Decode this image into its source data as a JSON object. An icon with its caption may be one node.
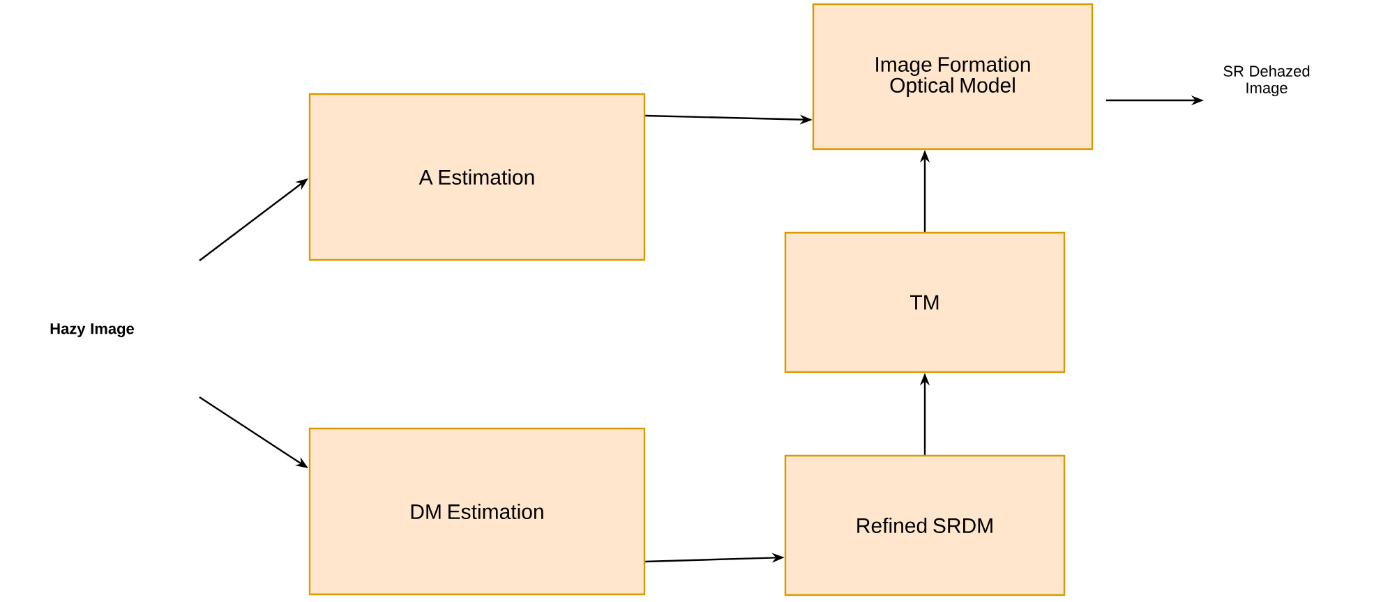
{
  "diagram": {
    "nodes": [
      {
        "text": [
          "**Hazy Image**"
        ]
      },
      {
        "text": [
          "A Estimation"
        ]
      },
      {
        "text": [
          "DM Estimation"
        ]
      },
      {
        "text": [
          "Image Formation Optical Model"
        ]
      },
      {
        "text": [
          "TM"
        ]
      },
      {
        "text": [
          "Refined SRDM"
        ]
      },
      {
        "text": [
          "SR Dehazed Image"
        ]
      }
    ],
    "edges": [
      {
        "from": 0,
        "to": 1,
        "arrow": "to"
      },
      {
        "from": 0,
        "to": 2,
        "arrow": "to"
      },
      {
        "from": 1,
        "to": 3,
        "arrow": "to"
      },
      {
        "from": 2,
        "to": 5,
        "arrow": "to"
      },
      {
        "from": 5,
        "to": 4,
        "arrow": "to"
      },
      {
        "from": 4,
        "to": 3,
        "arrow": "to"
      },
      {
        "from": 3,
        "to": 6,
        "arrow": "to"
      }
    ]
  }
}
